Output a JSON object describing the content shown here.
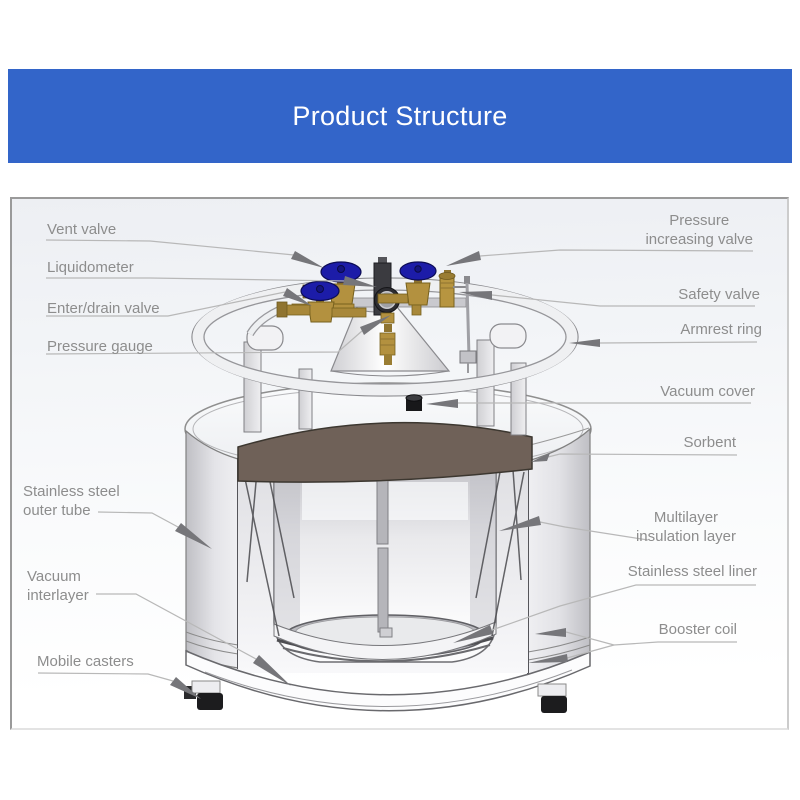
{
  "header": {
    "title": "Product Structure"
  },
  "colors": {
    "header_bg": "#3365c9",
    "header_text": "#ffffff",
    "label_text": "#8d8d8d",
    "panel_border": "#9a9a9a",
    "sorbent_brown": "#6f6158",
    "valve_handwheel_blue": "#1c1ca8",
    "brass_fitting": "#b3913f",
    "leader_line": "#b8b8b8",
    "arrow_gray": "#76767a"
  },
  "diagram": {
    "labels_left": [
      {
        "id": "vent-valve",
        "text": "Vent valve"
      },
      {
        "id": "liquidometer",
        "text": "Liquidometer"
      },
      {
        "id": "enter-drain-valve",
        "text": "Enter/drain valve"
      },
      {
        "id": "pressure-gauge",
        "text": "Pressure gauge"
      },
      {
        "id": "stainless-steel-outer-tube",
        "text": "Stainless steel\nouter tube"
      },
      {
        "id": "vacuum-interlayer",
        "text": "Vacuum\ninterlayer"
      },
      {
        "id": "mobile-casters",
        "text": "Mobile casters"
      }
    ],
    "labels_right": [
      {
        "id": "pressure-increasing-valve",
        "text": "Pressure\nincreasing valve"
      },
      {
        "id": "safety-valve",
        "text": "Safety valve"
      },
      {
        "id": "armrest-ring",
        "text": "Armrest ring"
      },
      {
        "id": "vacuum-cover",
        "text": "Vacuum cover"
      },
      {
        "id": "sorbent",
        "text": "Sorbent"
      },
      {
        "id": "multilayer-insulation-layer",
        "text": "Multilayer\ninsulation layer"
      },
      {
        "id": "stainless-steel-liner",
        "text": "Stainless steel liner"
      },
      {
        "id": "booster-coil",
        "text": "Booster coil"
      }
    ]
  }
}
